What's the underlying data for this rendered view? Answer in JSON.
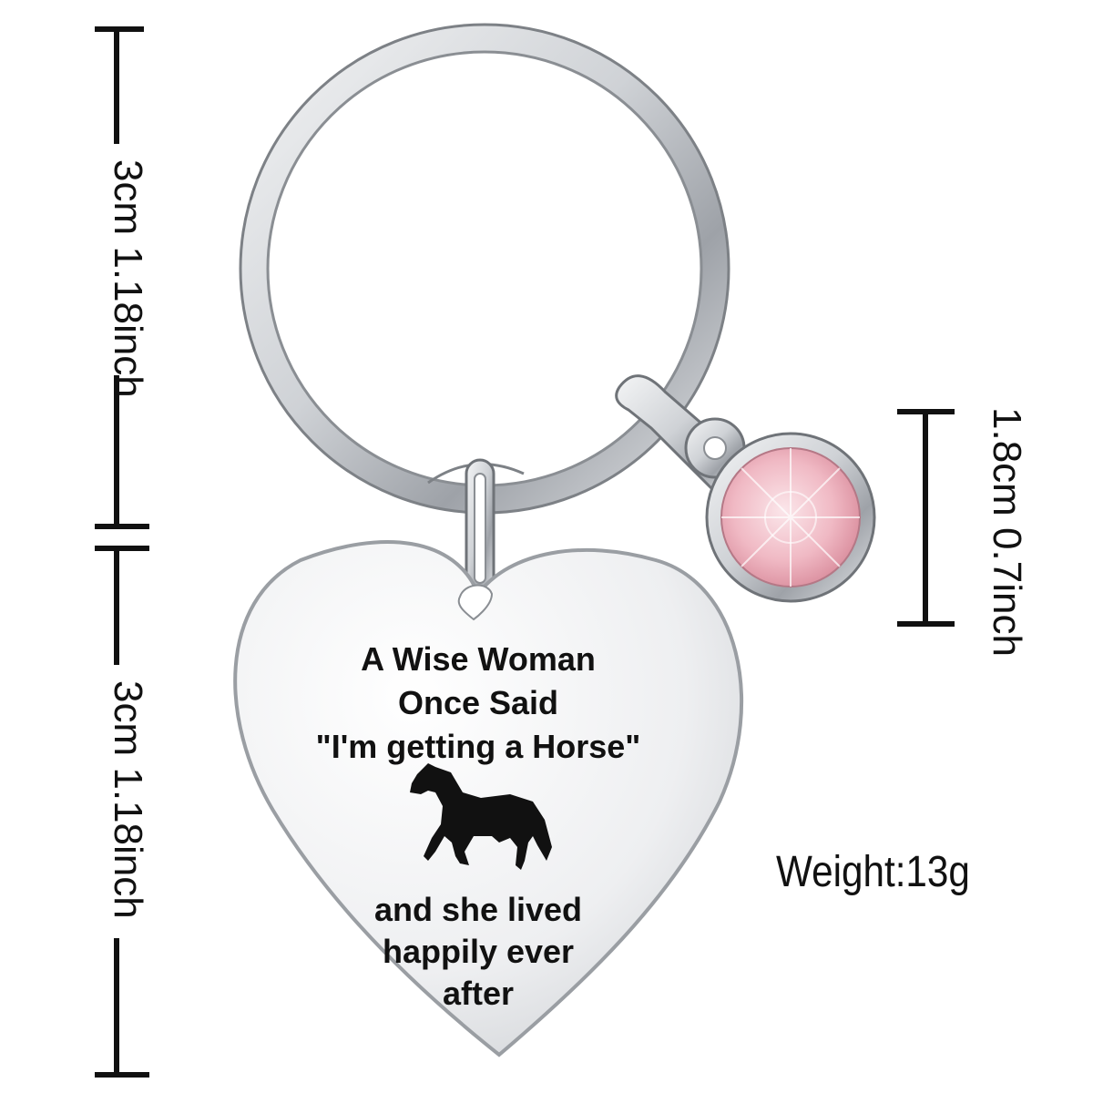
{
  "dimensions": {
    "top_height": "3cm 1.18inch",
    "bottom_height": "3cm 1.18inch",
    "charm_size": "1.8cm 0.7inch"
  },
  "weight": "Weight:13g",
  "engraving": {
    "line1": "A Wise Woman",
    "line2": "Once Said",
    "line3": "\"I'm getting a Horse\"",
    "line4": "and she lived",
    "line5": "happily ever",
    "line6": "after"
  },
  "icons": {
    "horse": "horse-silhouette-icon",
    "gem": "birthstone-charm-icon"
  },
  "colors": {
    "metal": "#d9dbde",
    "metal_dark": "#8c8f94",
    "gem": "#f2c3cc",
    "text": "#111111"
  }
}
